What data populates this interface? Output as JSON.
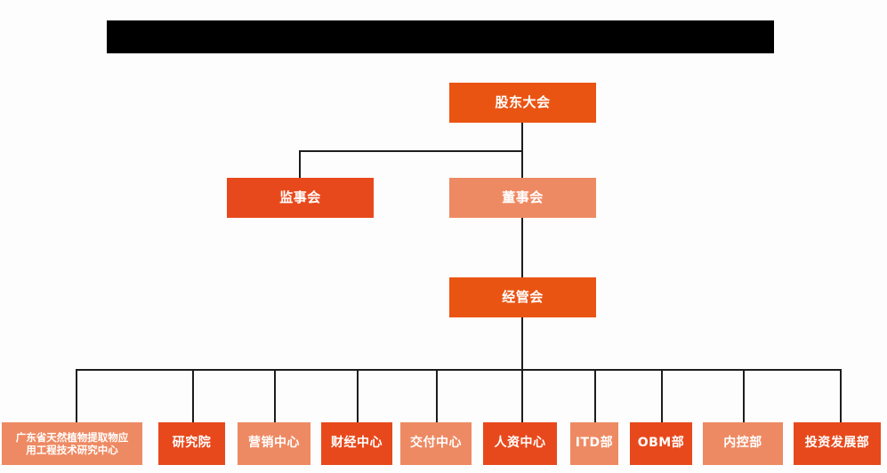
{
  "chart_meta": {
    "type": "org-chart",
    "title_redacted": true,
    "background_color": "#fdfdfd",
    "line_color": "#1d1d1d",
    "colors": {
      "dark_orange": "#e8491c",
      "mid_orange": "#ea5413",
      "light_orange": "#ee8a63",
      "redaction": "#000000",
      "text": "#ffffff"
    }
  },
  "title_bar": {
    "name": "redacted-title-bar",
    "text": ""
  },
  "nodes": {
    "shareholders_meeting": {
      "label": "股东大会",
      "tone": "mid"
    },
    "board_of_supervisors": {
      "label": "监事会",
      "tone": "dark"
    },
    "board_of_directors": {
      "label": "董事会",
      "tone": "light"
    },
    "management_committee": {
      "label": "经管会",
      "tone": "mid"
    }
  },
  "departments": [
    {
      "label": "广东省天然植物提取物应\n用工程技术研究中心",
      "tone": "light",
      "size": "small"
    },
    {
      "label": "研究院",
      "tone": "dark",
      "size": "normal"
    },
    {
      "label": "营销中心",
      "tone": "light",
      "size": "normal"
    },
    {
      "label": "财经中心",
      "tone": "dark",
      "size": "normal"
    },
    {
      "label": "交付中心",
      "tone": "light",
      "size": "normal"
    },
    {
      "label": "人资中心",
      "tone": "dark",
      "size": "normal"
    },
    {
      "label": "ITD部",
      "tone": "light",
      "size": "normal"
    },
    {
      "label": "OBM部",
      "tone": "dark",
      "size": "normal"
    },
    {
      "label": "内控部",
      "tone": "light",
      "size": "normal"
    },
    {
      "label": "投资发展部",
      "tone": "dark",
      "size": "normal"
    }
  ]
}
